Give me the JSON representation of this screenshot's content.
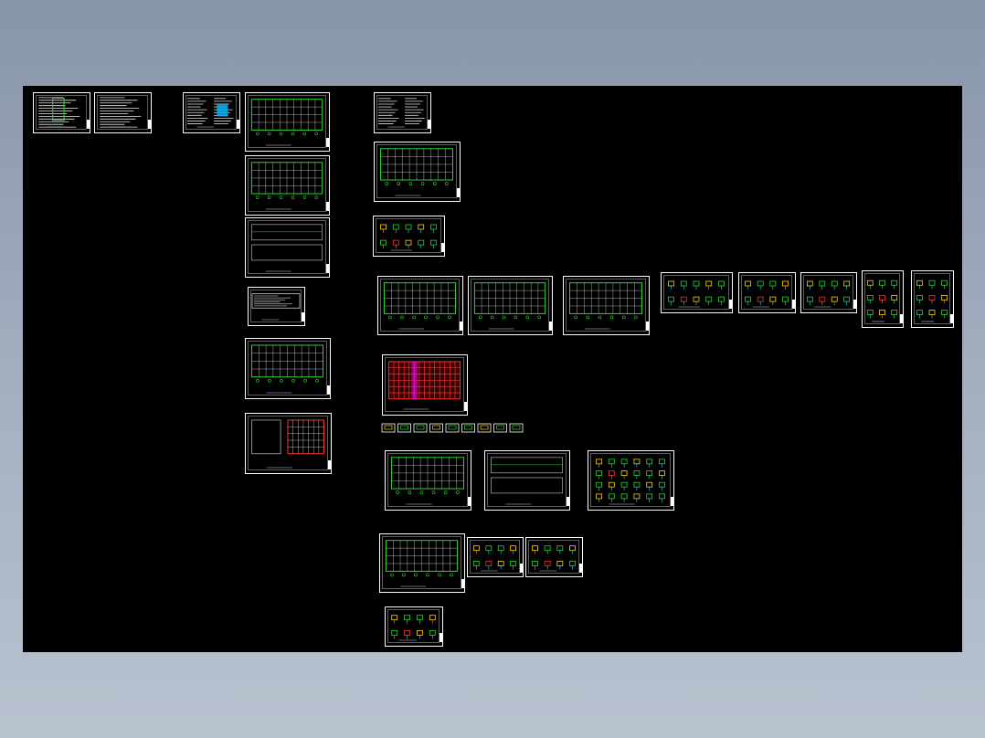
{
  "window": {
    "background_color": "#8c9aae"
  },
  "canvas": {
    "background_color": "#000000",
    "sheet_border_color": "#ffffff",
    "line_color": "#2bd62b"
  },
  "sheets": [
    {
      "kind": "table"
    },
    {
      "kind": "table"
    },
    {
      "kind": "notes"
    },
    {
      "kind": "plan"
    },
    {
      "kind": "plan"
    },
    {
      "kind": "elevation"
    },
    {
      "kind": "small"
    },
    {
      "kind": "plan"
    },
    {
      "kind": "section"
    },
    {
      "kind": "notes"
    },
    {
      "kind": "plan"
    },
    {
      "kind": "details"
    },
    {
      "kind": "plan"
    },
    {
      "kind": "plan"
    },
    {
      "kind": "plan"
    },
    {
      "kind": "details"
    },
    {
      "kind": "details"
    },
    {
      "kind": "details"
    },
    {
      "kind": "details"
    },
    {
      "kind": "details"
    },
    {
      "kind": "rebar_plan"
    },
    {
      "kind": "plan"
    },
    {
      "kind": "elevation"
    },
    {
      "kind": "details"
    },
    {
      "kind": "plan"
    },
    {
      "kind": "details"
    },
    {
      "kind": "details"
    },
    {
      "kind": "details"
    }
  ]
}
